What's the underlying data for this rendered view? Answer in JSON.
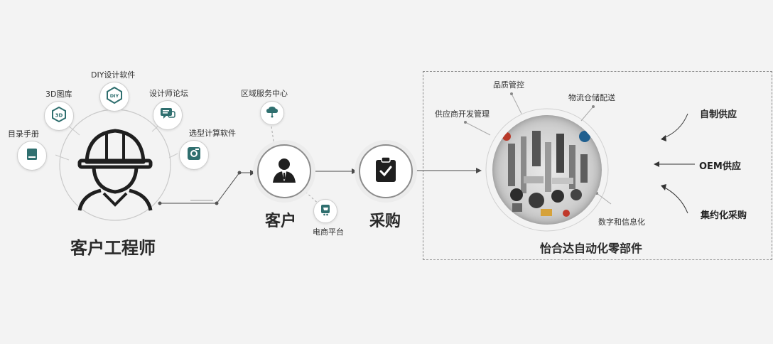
{
  "engineer": {
    "title": "客户工程师",
    "tools": [
      {
        "label": "目录手册",
        "icon": "catalog-book-icon"
      },
      {
        "label": "3D图库",
        "icon": "3d-library-icon"
      },
      {
        "label": "DIY设计软件",
        "icon": "diy-software-icon"
      },
      {
        "label": "设计师论坛",
        "icon": "forum-chat-icon"
      },
      {
        "label": "选型计算软件",
        "icon": "selection-calc-icon"
      }
    ]
  },
  "customer": {
    "title": "客户",
    "service_center": "区域服务中心",
    "ecommerce": "电商平台"
  },
  "purchase": {
    "title": "采购"
  },
  "company": {
    "title": "怡合达自动化零部件",
    "capabilities": [
      "供应商开发管理",
      "品质管控",
      "物流仓储配送",
      "数字和信息化"
    ],
    "supply": [
      "自制供应",
      "OEM供应",
      "集约化采购"
    ]
  },
  "colors": {
    "line": "#4a4a4a",
    "ring": "#bdbdbd",
    "icon_teal": "#2f6f6f",
    "dot": "#555555"
  }
}
